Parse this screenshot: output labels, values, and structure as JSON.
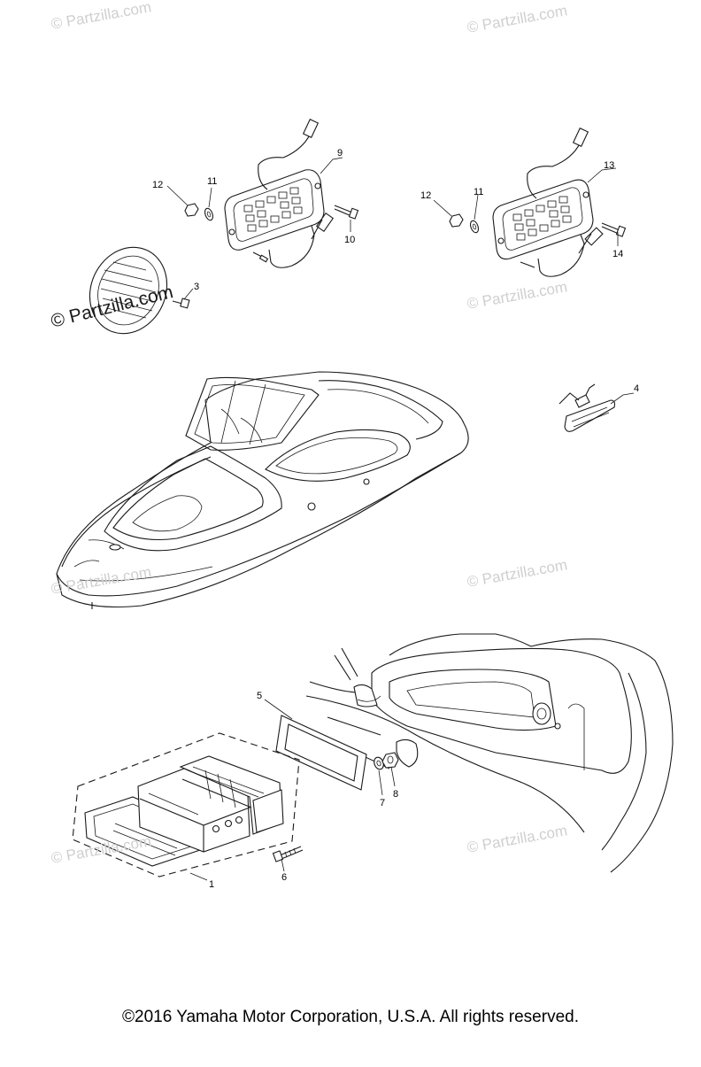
{
  "watermarks": {
    "light_text": "© Partzilla.com",
    "dark_text": "© Partzilla.com"
  },
  "callouts": {
    "c1": "1",
    "c3": "3",
    "c4": "4",
    "c5": "5",
    "c6": "6",
    "c7": "7",
    "c8": "8",
    "c9": "9",
    "c10": "10",
    "c11a": "11",
    "c11b": "11",
    "c12a": "12",
    "c12b": "12",
    "c13": "13",
    "c14": "14"
  },
  "footer": {
    "copyright": "©2016  Yamaha Motor Corporation, U.S.A. All rights reserved."
  }
}
